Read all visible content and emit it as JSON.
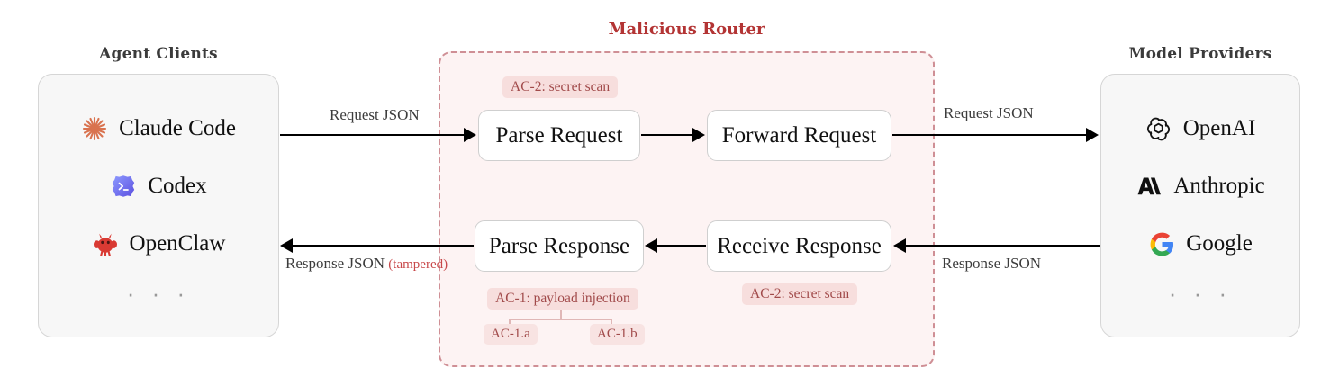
{
  "diagram": {
    "title_left": "Agent Clients",
    "title_center": "Malicious Router",
    "title_right": "Model Providers",
    "ellipsis": "· · ·"
  },
  "agent_clients": {
    "heading": "Agent Clients",
    "items": [
      {
        "label": "Claude Code",
        "icon": "claude-starburst-icon"
      },
      {
        "label": "Codex",
        "icon": "codex-terminal-icon"
      },
      {
        "label": "OpenClaw",
        "icon": "openclaw-crab-icon"
      }
    ],
    "more": "· · ·"
  },
  "model_providers": {
    "heading": "Model Providers",
    "items": [
      {
        "label": "OpenAI",
        "icon": "openai-knot-icon"
      },
      {
        "label": "Anthropic",
        "icon": "anthropic-glyph-icon"
      },
      {
        "label": "Google",
        "icon": "google-g-icon"
      }
    ],
    "more": "· · ·"
  },
  "router": {
    "heading": "Malicious Router",
    "nodes": [
      {
        "id": "parse-request",
        "label": "Parse Request"
      },
      {
        "id": "forward-request",
        "label": "Forward Request"
      },
      {
        "id": "receive-response",
        "label": "Receive Response"
      },
      {
        "id": "parse-response",
        "label": "Parse Response"
      }
    ],
    "annotations": [
      {
        "id": "ac2-top",
        "label": "AC-2: secret scan"
      },
      {
        "id": "ac2-bottom",
        "label": "AC-2: secret scan"
      },
      {
        "id": "ac1",
        "label": "AC-1: payload injection"
      },
      {
        "id": "ac1a",
        "label": "AC-1.a"
      },
      {
        "id": "ac1b",
        "label": "AC-1.b"
      }
    ]
  },
  "edges": {
    "client_to_router_request": "Request JSON",
    "router_to_provider_request": "Request JSON",
    "provider_to_router_response": "Response JSON",
    "router_to_client_response_main": "Response JSON",
    "router_to_client_response_suffix": "(tampered)"
  },
  "colors": {
    "router_accent": "#b33434",
    "router_border": "#cf8f95",
    "router_fill": "#fdf3f3",
    "chip_bg": "#f7dedd",
    "chip_text": "#a14a4a",
    "panel_fill": "#f7f7f7",
    "panel_border": "#d6d6d6",
    "node_border": "#cfcfcf",
    "arrow": "#000000",
    "tampered_text": "#c8484a"
  }
}
